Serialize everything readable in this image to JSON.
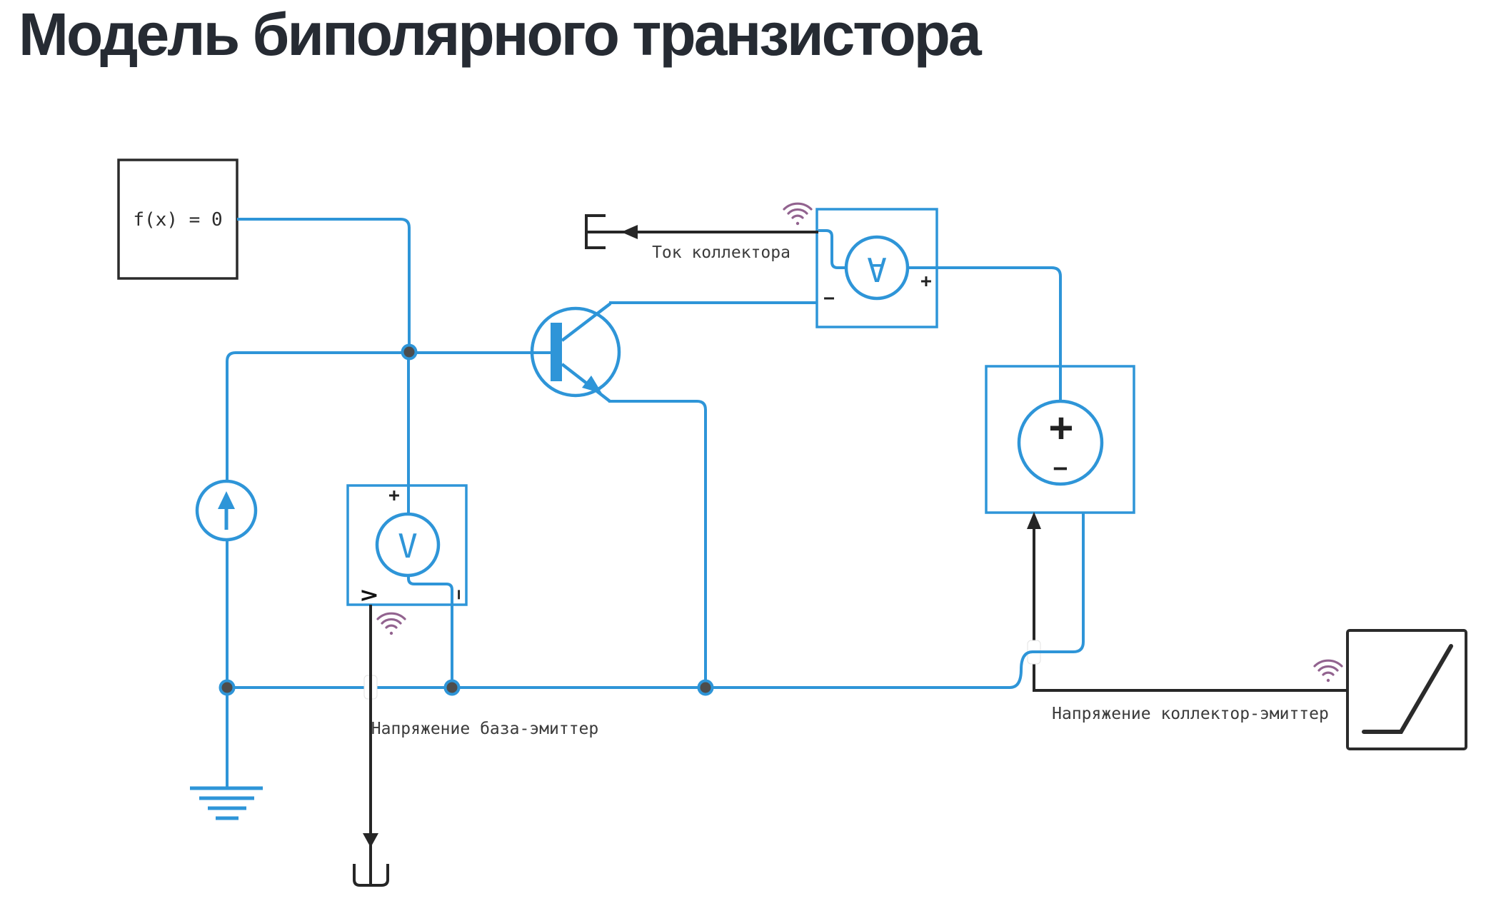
{
  "title": "Модель биполярного транзистора",
  "colors": {
    "wire_blue": "#2E95D8",
    "line_black": "#262626",
    "wifi_purple": "#92638F",
    "junction_gray": "#4D4D4D",
    "title_color": "#262B33",
    "label_color": "#3B3B3B"
  },
  "solver": {
    "label": "f(x) = 0"
  },
  "voltmeter": {
    "letter": "V",
    "plus": "+",
    "minus": "−",
    "port": ">"
  },
  "ammeter": {
    "letter": "A",
    "plus": "+",
    "minus": "−"
  },
  "voltage_source": {
    "plus": "+",
    "minus": "−"
  },
  "signals": {
    "collector_current": "Ток коллектора",
    "base_emitter_voltage": "Напряжение база-эмиттер",
    "collector_emitter_voltage": "Напряжение коллектор-эмиттер"
  }
}
